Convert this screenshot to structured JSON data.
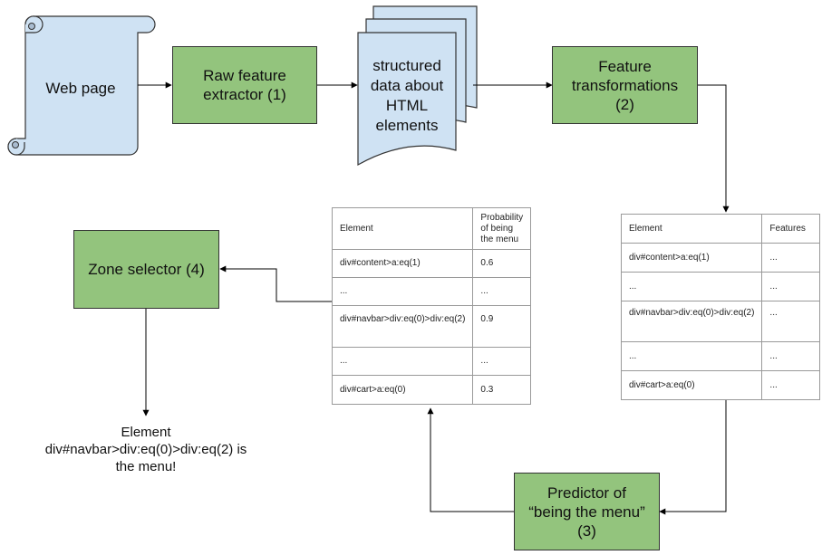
{
  "nodes": {
    "webpage": {
      "label": "Web page"
    },
    "raw_extractor": {
      "line1": "Raw feature",
      "line2": "extractor (1)"
    },
    "structured_data": {
      "line1": "structured",
      "line2": "data about",
      "line3": "HTML",
      "line4": "elements"
    },
    "feature_transform": {
      "line1": "Feature",
      "line2": "transformations",
      "line3": "(2)"
    },
    "zone_selector": {
      "label": "Zone selector (4)"
    },
    "predictor": {
      "line1": "Predictor of",
      "line2": "“being the menu”",
      "line3": "(3)"
    }
  },
  "probability_table": {
    "headers": [
      "Element",
      "Probability of being the menu"
    ],
    "rows": [
      [
        "div#content>a:eq(1)",
        "0.6"
      ],
      [
        "...",
        "..."
      ],
      [
        "div#navbar>div:eq(0)>div:eq(2)",
        "0.9"
      ],
      [
        "...",
        "..."
      ],
      [
        "div#cart>a:eq(0)",
        "0.3"
      ]
    ]
  },
  "features_table": {
    "headers": [
      "Element",
      "Features"
    ],
    "rows": [
      [
        "div#content>a:eq(1)",
        "..."
      ],
      [
        "...",
        "..."
      ],
      [
        "div#navbar>div:eq(0)>div:eq(2)",
        "..."
      ],
      [
        "...",
        "..."
      ],
      [
        "div#cart>a:eq(0)",
        "..."
      ]
    ]
  },
  "result": {
    "line1": "Element",
    "line2": "div#navbar>div:eq(0)>div:eq(2) is",
    "line3": "the menu!"
  },
  "colors": {
    "process_fill": "#93c47d",
    "document_fill": "#cfe2f3",
    "stroke": "#333333"
  }
}
